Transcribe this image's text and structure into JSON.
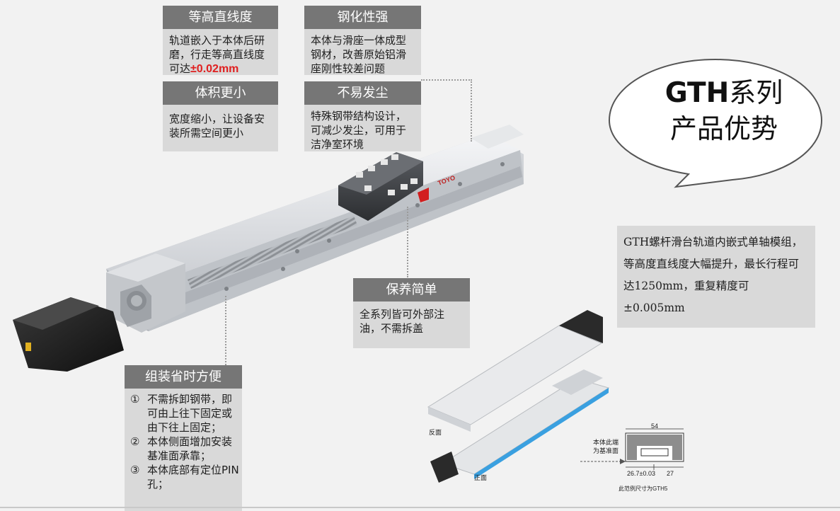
{
  "bubble": {
    "title": "GTH",
    "title_suffix": "系列",
    "subtitle": "产品优势"
  },
  "cards": {
    "leveling": {
      "title": "等高直线度",
      "body": "轨道嵌入于本体后研磨，行走等高直线度可达",
      "highlight": "±0.02mm"
    },
    "steel": {
      "title": "钢化性强",
      "body": "本体与滑座一体成型钢材，改善原始铝滑座刚性较差问题"
    },
    "compact": {
      "title": "体积更小",
      "body": "宽度缩小，让设备安装所需空间更小"
    },
    "dust": {
      "title": "不易发尘",
      "body": "特殊钢带结构设计，可减少发尘，可用于洁净室环境"
    },
    "maintenance": {
      "title": "保养简单",
      "body": "全系列皆可外部注油，不需拆盖"
    },
    "assembly": {
      "title": "组装省时方便",
      "items": [
        {
          "num": "①",
          "text": "不需拆卸钢带，即可由上往下固定或由下往上固定；"
        },
        {
          "num": "②",
          "text": "本体侧面增加安装基准面承靠；"
        },
        {
          "num": "③",
          "text": "本体底部有定位PIN孔；"
        }
      ]
    }
  },
  "info": {
    "text": "GTH螺杆滑台轨道内嵌式单轴模组，等高度直线度大幅提升，最长行程可达1250mm，重复精度可±0.005mm"
  },
  "diagram": {
    "label_back": "反面",
    "label_front": "正面",
    "label_base_1": "本体此端",
    "label_base_2": "为基准面",
    "dim_width": "54",
    "dim_left": "26.7±0.03",
    "dim_right": "27",
    "caption": "此范例尺寸为GTH5"
  },
  "product": {
    "logo": "TOYO"
  },
  "colors": {
    "card_header": "#767676",
    "card_body": "#d9d9d9",
    "highlight": "#e02020",
    "accent_blue": "#3aa0e0"
  }
}
